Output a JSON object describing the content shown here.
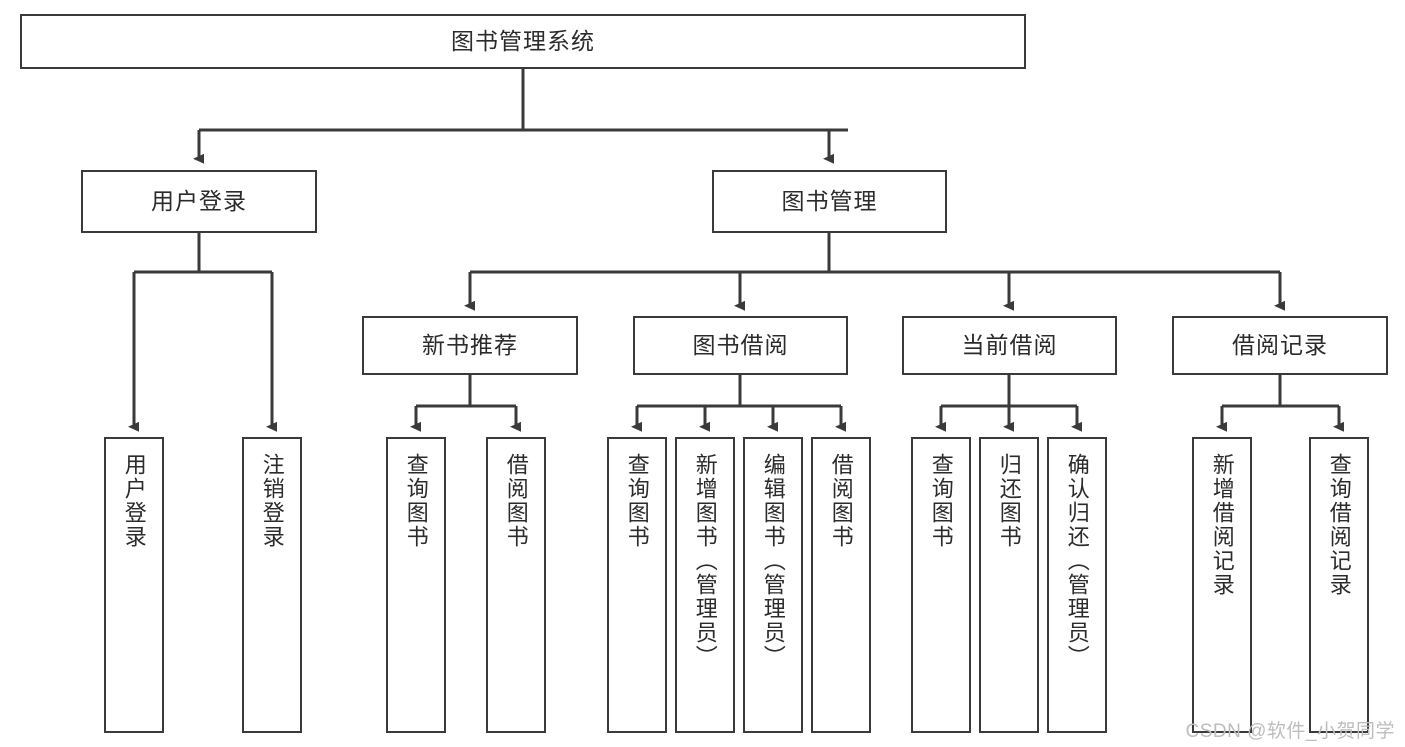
{
  "diagram": {
    "title": "图书管理系统",
    "type": "tree",
    "theme": {
      "box_border": "#3a3a3a",
      "box_fill": "#ffffff",
      "connector": "#3a3a3a",
      "text": "#2b2b2b",
      "watermark": "#bdbdbd"
    },
    "root": {
      "id": "root",
      "label": "图书管理系统",
      "orientation": "horizontal"
    },
    "level2": [
      {
        "id": "user-login",
        "label": "用户登录",
        "orientation": "horizontal"
      },
      {
        "id": "book-management",
        "label": "图书管理",
        "orientation": "horizontal"
      }
    ],
    "level3": [
      {
        "id": "new-book-recommend",
        "label": "新书推荐",
        "orientation": "horizontal",
        "parent": "book-management"
      },
      {
        "id": "book-borrow",
        "label": "图书借阅",
        "orientation": "horizontal",
        "parent": "book-management"
      },
      {
        "id": "current-borrow",
        "label": "当前借阅",
        "orientation": "horizontal",
        "parent": "book-management"
      },
      {
        "id": "borrow-record",
        "label": "借阅记录",
        "orientation": "horizontal",
        "parent": "book-management"
      }
    ],
    "leaves": [
      {
        "id": "leaf-user-login",
        "label": "用户登录",
        "parent": "user-login"
      },
      {
        "id": "leaf-user-logout",
        "label": "注销登录",
        "parent": "user-login"
      },
      {
        "id": "leaf-query-book-1",
        "label": "查询图书",
        "parent": "new-book-recommend"
      },
      {
        "id": "leaf-borrow-book-1",
        "label": "借阅图书",
        "parent": "new-book-recommend"
      },
      {
        "id": "leaf-query-book-2",
        "label": "查询图书",
        "parent": "book-borrow"
      },
      {
        "id": "leaf-add-book",
        "label": "新增图书（管理员）",
        "parent": "book-borrow"
      },
      {
        "id": "leaf-edit-book",
        "label": "编辑图书（管理员）",
        "parent": "book-borrow"
      },
      {
        "id": "leaf-borrow-book-2",
        "label": "借阅图书",
        "parent": "book-borrow"
      },
      {
        "id": "leaf-query-book-3",
        "label": "查询图书",
        "parent": "current-borrow"
      },
      {
        "id": "leaf-return-book",
        "label": "归还图书",
        "parent": "current-borrow"
      },
      {
        "id": "leaf-confirm-return",
        "label": "确认归还（管理员）",
        "parent": "current-borrow"
      },
      {
        "id": "leaf-add-record",
        "label": "新增借阅记录",
        "parent": "borrow-record"
      },
      {
        "id": "leaf-query-record",
        "label": "查询借阅记录",
        "parent": "borrow-record"
      }
    ]
  },
  "watermark": {
    "text": "CSDN @软件_小贺同学"
  }
}
